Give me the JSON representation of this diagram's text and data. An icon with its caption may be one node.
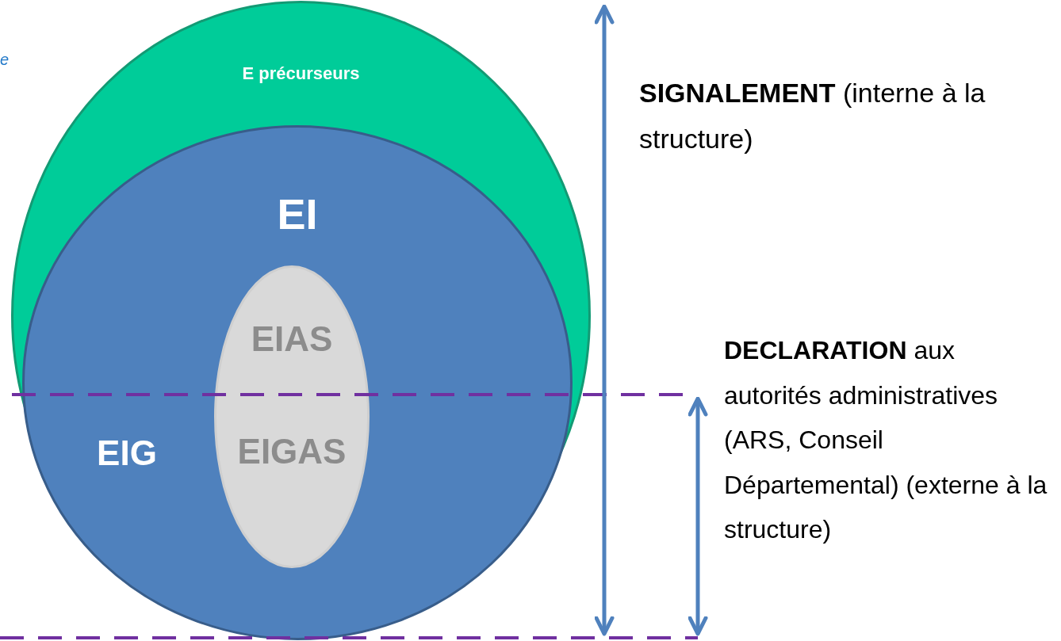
{
  "diagram": {
    "nodes": [
      {
        "text": [
          "E précurseurs"
        ]
      },
      {
        "text": [
          "EI",
          "EIG"
        ],
        "in": 0
      },
      {
        "text": [
          "EIAS",
          "EIGAS"
        ],
        "in": 1
      }
    ],
    "labels": [
      "e",
      "**SIGNALEMENT** (interne à la structure)",
      "**DECLARATION** aux autorités administratives (ARS, Conseil Départemental) (externe à la structure)"
    ]
  }
}
